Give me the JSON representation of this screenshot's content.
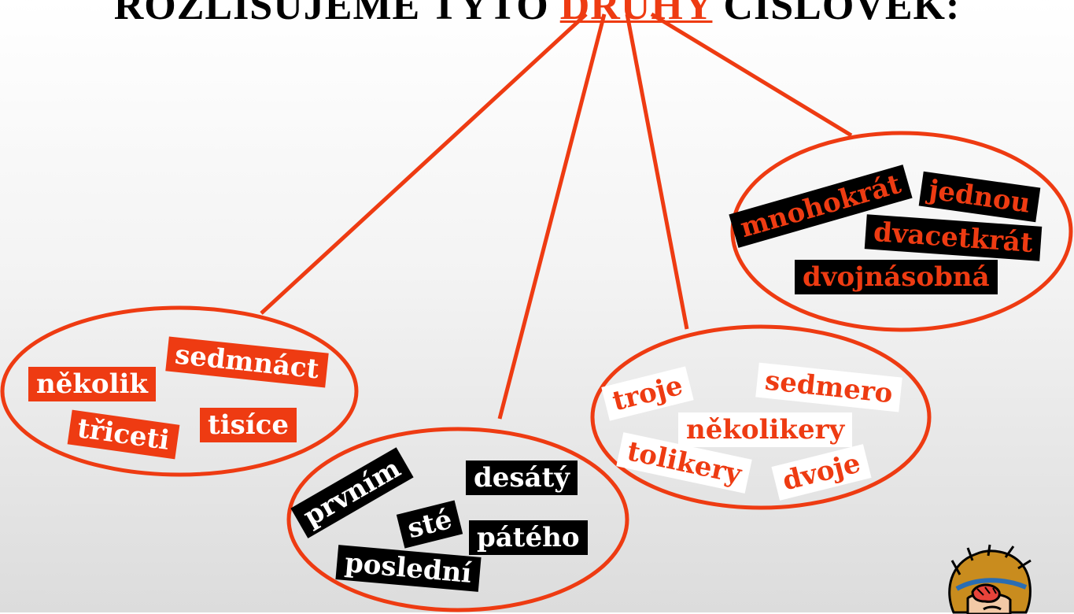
{
  "slide": {
    "title_prefix": "ROZLIŠUJEME TYTO ",
    "title_emphasis": "DRUHY",
    "title_suffix": " ČÍSLOVEK:"
  },
  "groups": [
    {
      "words": [
        "několik",
        "sedmnáct",
        "třiceti",
        "tisíce"
      ]
    },
    {
      "words": [
        "prvním",
        "desátý",
        "sté",
        "pátého",
        "poslední"
      ]
    },
    {
      "words": [
        "troje",
        "sedmero",
        "několikery",
        "tolikery",
        "dvoje"
      ]
    },
    {
      "words": [
        "mnohokrát",
        "jednou",
        "dvacetkrát",
        "dvojnásobná"
      ]
    }
  ],
  "colors": {
    "accent": "#ee3b12",
    "black": "#000000",
    "white": "#ffffff"
  },
  "icons": {
    "figure": "stressed-person-clipart"
  }
}
